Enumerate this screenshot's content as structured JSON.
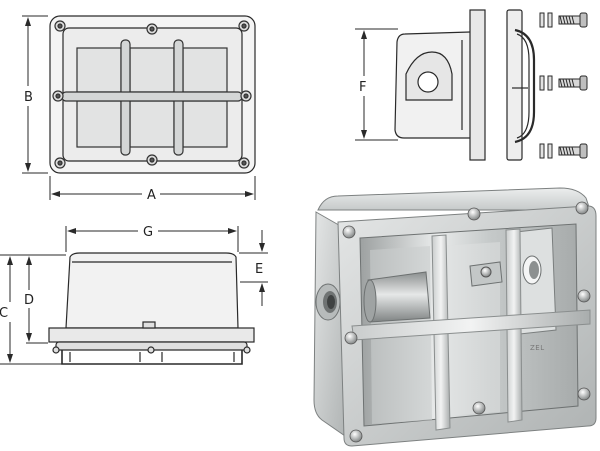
{
  "dimensions": {
    "a": "A",
    "b": "B",
    "c": "C",
    "d": "D",
    "e": "E",
    "f": "F",
    "g": "G"
  },
  "product_marking": "ZEL",
  "colors": {
    "line": "#2a2a2a",
    "metal_light": "#d9dbdb",
    "metal_mid": "#b9bcbc",
    "metal_dark": "#8e9292",
    "glass": "#c7cbcb"
  },
  "views": {
    "front_view": "front-view",
    "side_view": "side-view",
    "mounting_hardware": "mounting-hardware",
    "top_view": "top-view",
    "product_photo": "product-photo"
  }
}
